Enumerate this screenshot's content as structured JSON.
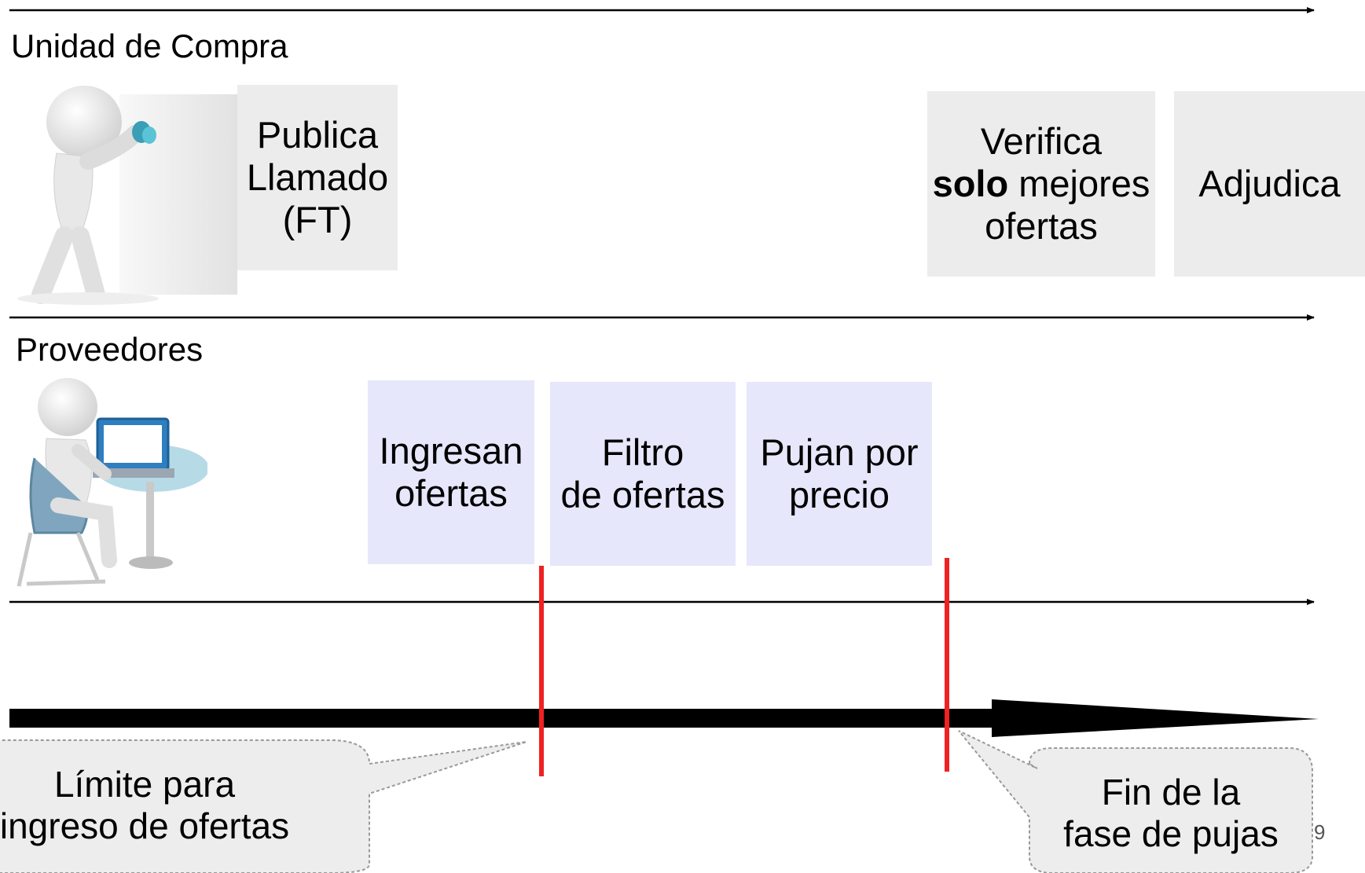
{
  "lanes": {
    "unidad": {
      "label": "Unidad de Compra"
    },
    "proveedores": {
      "label": "Proveedores"
    }
  },
  "boxes": {
    "publica": {
      "lines": [
        "Publica",
        "Llamado",
        "(FT)"
      ]
    },
    "verifica": {
      "line1": "Verifica",
      "line2_bold": "solo",
      "line2_rest": " mejores",
      "line3": "ofertas"
    },
    "adjudica": {
      "lines": [
        "Adjudica"
      ]
    },
    "ingresan": {
      "lines": [
        "Ingresan",
        "ofertas"
      ]
    },
    "filtro": {
      "lines": [
        "Filtro",
        "de ofertas"
      ]
    },
    "pujan": {
      "lines": [
        "Pujan por",
        "precio"
      ]
    }
  },
  "callouts": {
    "limite": {
      "lines": [
        "Límite para",
        "ingreso de ofertas"
      ]
    },
    "fin": {
      "lines": [
        "Fin de la",
        "fase de pujas"
      ]
    }
  },
  "page_number": "9",
  "colors": {
    "grey_box": "#ececec",
    "purple_box": "#e7e7fb",
    "marker_red": "#ee2222",
    "callout_fill": "#ededed"
  }
}
